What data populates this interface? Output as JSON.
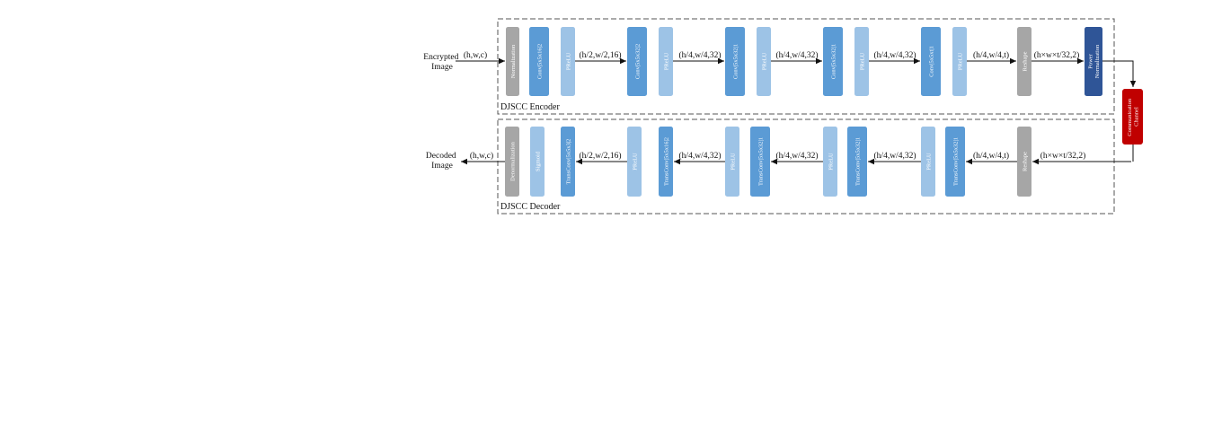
{
  "colors": {
    "conv": "#5b9bd5",
    "prelu": "#9dc3e6",
    "gray": "#a6a6a6",
    "power": "#2f5597",
    "channel": "#c00000",
    "border": "#555555",
    "arrow": "#111111"
  },
  "labels": {
    "encrypted_image": [
      "Encrypted",
      "Image"
    ],
    "decoded_image": [
      "Decoded",
      "Image"
    ],
    "encoder_title": "DJSCC Encoder",
    "decoder_title": "DJSCC Decoder",
    "channel": [
      "Communication",
      "Channel"
    ]
  },
  "encoder": {
    "blocks": [
      {
        "id": "enc-normalization",
        "kind": "gray",
        "text": [
          "Normalization"
        ]
      },
      {
        "id": "enc-conv-1",
        "kind": "conv",
        "text": [
          "Conv|5x5x16|2"
        ]
      },
      {
        "id": "enc-prelu-1",
        "kind": "prelu",
        "text": [
          "PReLU"
        ]
      },
      {
        "id": "enc-conv-2",
        "kind": "conv",
        "text": [
          "Conv|5x5x32|2"
        ]
      },
      {
        "id": "enc-prelu-2",
        "kind": "prelu",
        "text": [
          "PReLU"
        ]
      },
      {
        "id": "enc-conv-3",
        "kind": "conv",
        "text": [
          "Conv|5x5x32|1"
        ]
      },
      {
        "id": "enc-prelu-3",
        "kind": "prelu",
        "text": [
          "PReLU"
        ]
      },
      {
        "id": "enc-conv-4",
        "kind": "conv",
        "text": [
          "Conv|5x5x32|1"
        ]
      },
      {
        "id": "enc-prelu-4",
        "kind": "prelu",
        "text": [
          "PReLU"
        ]
      },
      {
        "id": "enc-conv-5",
        "kind": "conv",
        "text": [
          "Conv|5x5xt|1"
        ]
      },
      {
        "id": "enc-prelu-5",
        "kind": "prelu",
        "text": [
          "PReLU"
        ]
      },
      {
        "id": "enc-reshape",
        "kind": "gray",
        "text": [
          "Reshape"
        ]
      },
      {
        "id": "enc-power-normalization",
        "kind": "power",
        "text": [
          "Power",
          "Normalization"
        ]
      }
    ],
    "dims": [
      "(h,w,c)",
      "(h/2,w/2,16)",
      "(h/4,w/4,32)",
      "(h/4,w/4,32)",
      "(h/4,w/4,32)",
      "(h/4,w/4,t)",
      "(h×w×t/32,2)"
    ]
  },
  "decoder": {
    "blocks": [
      {
        "id": "dec-denormalization",
        "kind": "gray",
        "text": [
          "Denormalization"
        ]
      },
      {
        "id": "dec-sigmoid",
        "kind": "prelu",
        "text": [
          "Sigmoid"
        ]
      },
      {
        "id": "dec-transconv-1",
        "kind": "conv",
        "text": [
          "TransConv|5x5x3|2"
        ]
      },
      {
        "id": "dec-prelu-1",
        "kind": "prelu",
        "text": [
          "PReLU"
        ]
      },
      {
        "id": "dec-transconv-2",
        "kind": "conv",
        "text": [
          "TransConv|5x5x16|2"
        ]
      },
      {
        "id": "dec-prelu-2",
        "kind": "prelu",
        "text": [
          "PReLU"
        ]
      },
      {
        "id": "dec-transconv-3",
        "kind": "conv",
        "text": [
          "TransConv|5x5x32|1"
        ]
      },
      {
        "id": "dec-prelu-3",
        "kind": "prelu",
        "text": [
          "PReLU"
        ]
      },
      {
        "id": "dec-transconv-4",
        "kind": "conv",
        "text": [
          "TransConv|5x5x32|1"
        ]
      },
      {
        "id": "dec-prelu-4",
        "kind": "prelu",
        "text": [
          "PReLU"
        ]
      },
      {
        "id": "dec-transconv-5",
        "kind": "conv",
        "text": [
          "TransConv|5x5x32|1"
        ]
      },
      {
        "id": "dec-reshape",
        "kind": "gray",
        "text": [
          "Reshape"
        ]
      }
    ],
    "dims": [
      "(h,w,c)",
      "(h/2,w/2,16)",
      "(h/4,w/4,32)",
      "(h/4,w/4,32)",
      "(h/4,w/4,32)",
      "(h/4,w/4,t)",
      "(h×w×t/32,2)"
    ]
  }
}
